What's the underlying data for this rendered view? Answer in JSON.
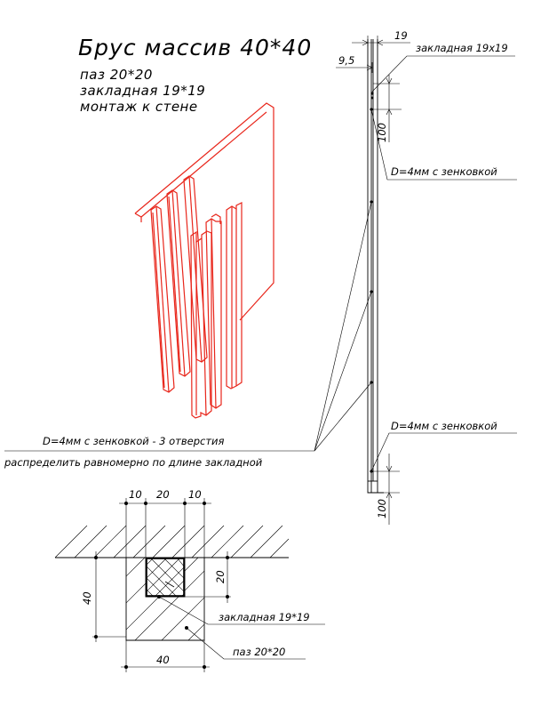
{
  "title": "Брус массив 40*40",
  "specs": [
    "паз 20*20",
    "закладная 19*19",
    "монтаж к стене"
  ],
  "labels": {
    "embed_top": "закладная 19x19",
    "hole_top": "D=4мм с зенковкой",
    "hole_bottom": "D=4мм с зенковкой",
    "note_line1": "D=4мм с зенковкой - 3 отверстия",
    "note_line2": "распределить равномерно по длине закладной",
    "section_embed": "закладная 19*19",
    "section_groove": "паз 20*20"
  },
  "dims": {
    "width_19": "19",
    "offset_9_5": "9,5",
    "spacing_top": "100",
    "spacing_bottom": "100",
    "sec_10_left": "10",
    "sec_20": "20",
    "sec_10_right": "10",
    "sec_40_height": "40",
    "sec_20_height": "20",
    "sec_40_width": "40"
  },
  "colors": {
    "model": "#e8261b",
    "lines": "#000000"
  }
}
